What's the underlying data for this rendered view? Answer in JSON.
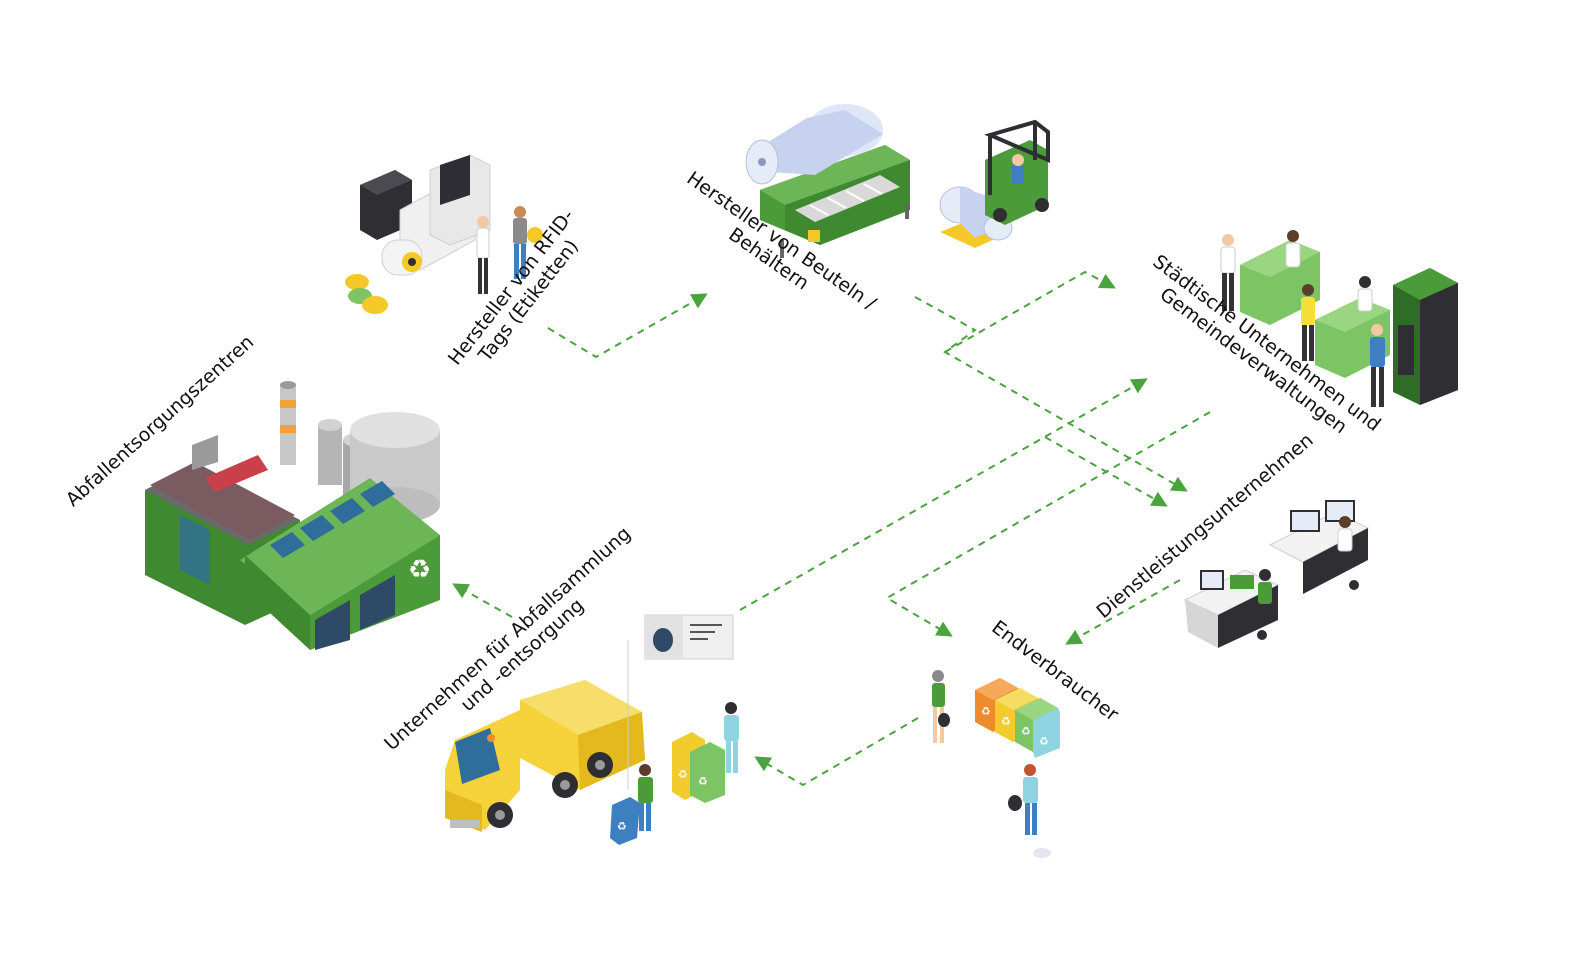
{
  "labels": {
    "rfid_line1": "Hersteller von RFID-",
    "rfid_line2": "Tags (Etiketten)",
    "bags_line1": "Hersteller von Beuteln /",
    "bags_line2": "Behältern",
    "municipal_line1": "Städtische Unternehmen und",
    "municipal_line2": "Gemeindeverwaltungen",
    "services": "Dienstleistungsunternehmen",
    "consumer": "Endverbraucher",
    "collection_line1": "Unternehmen für Abfallsammlung",
    "collection_line2": "und -entsorgung",
    "disposal": "Abfallentsorgungszentren"
  },
  "colors": {
    "arrow": "#4aa33e",
    "green_main": "#4c9b3a",
    "green_light": "#7cc464",
    "yellow": "#f2cc2d",
    "truck_yellow": "#f5d13a",
    "roll": "#c7d2ef",
    "text": "#111111"
  },
  "icons": {
    "nodes": [
      "rfid-printer-icon",
      "bag-production-line-icon",
      "forklift-icon",
      "reception-desk-icon",
      "office-workers-icon",
      "recycling-bins-icon",
      "garbage-truck-icon",
      "recycling-plant-icon",
      "rfid-tag-card-icon"
    ]
  }
}
